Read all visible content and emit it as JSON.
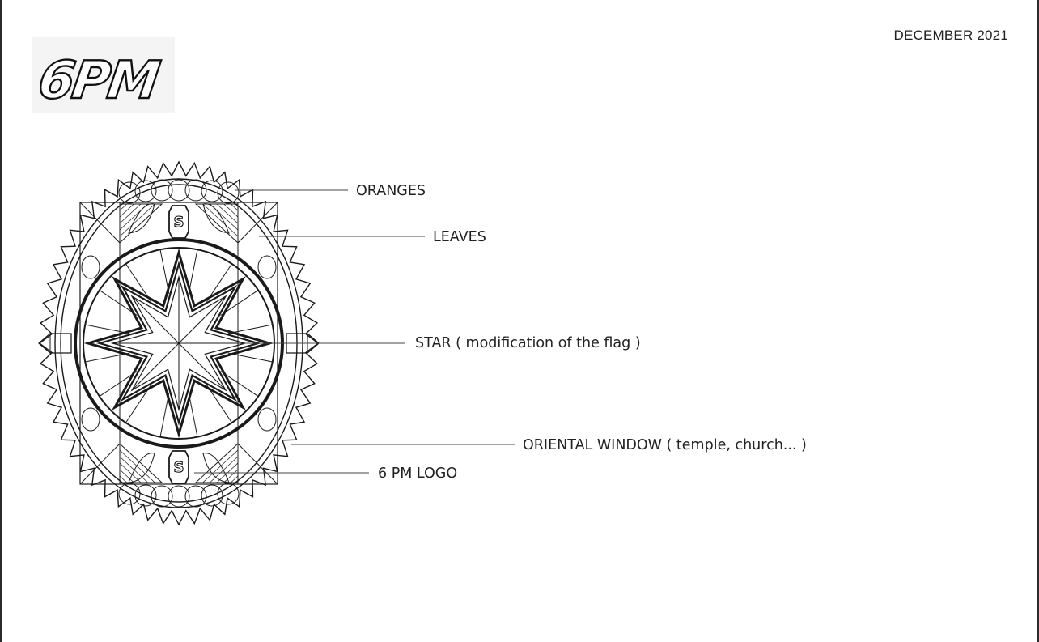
{
  "header": {
    "date": "DECEMBER 2021"
  },
  "logo": {
    "text": "6PM"
  },
  "callouts": {
    "oranges": "ORANGES",
    "leaves": "LEAVES",
    "star": "STAR ( modification of the flag )",
    "window": "ORIENTAL WINDOW ( temple, church... )",
    "logo_label": "6 PM LOGO"
  }
}
